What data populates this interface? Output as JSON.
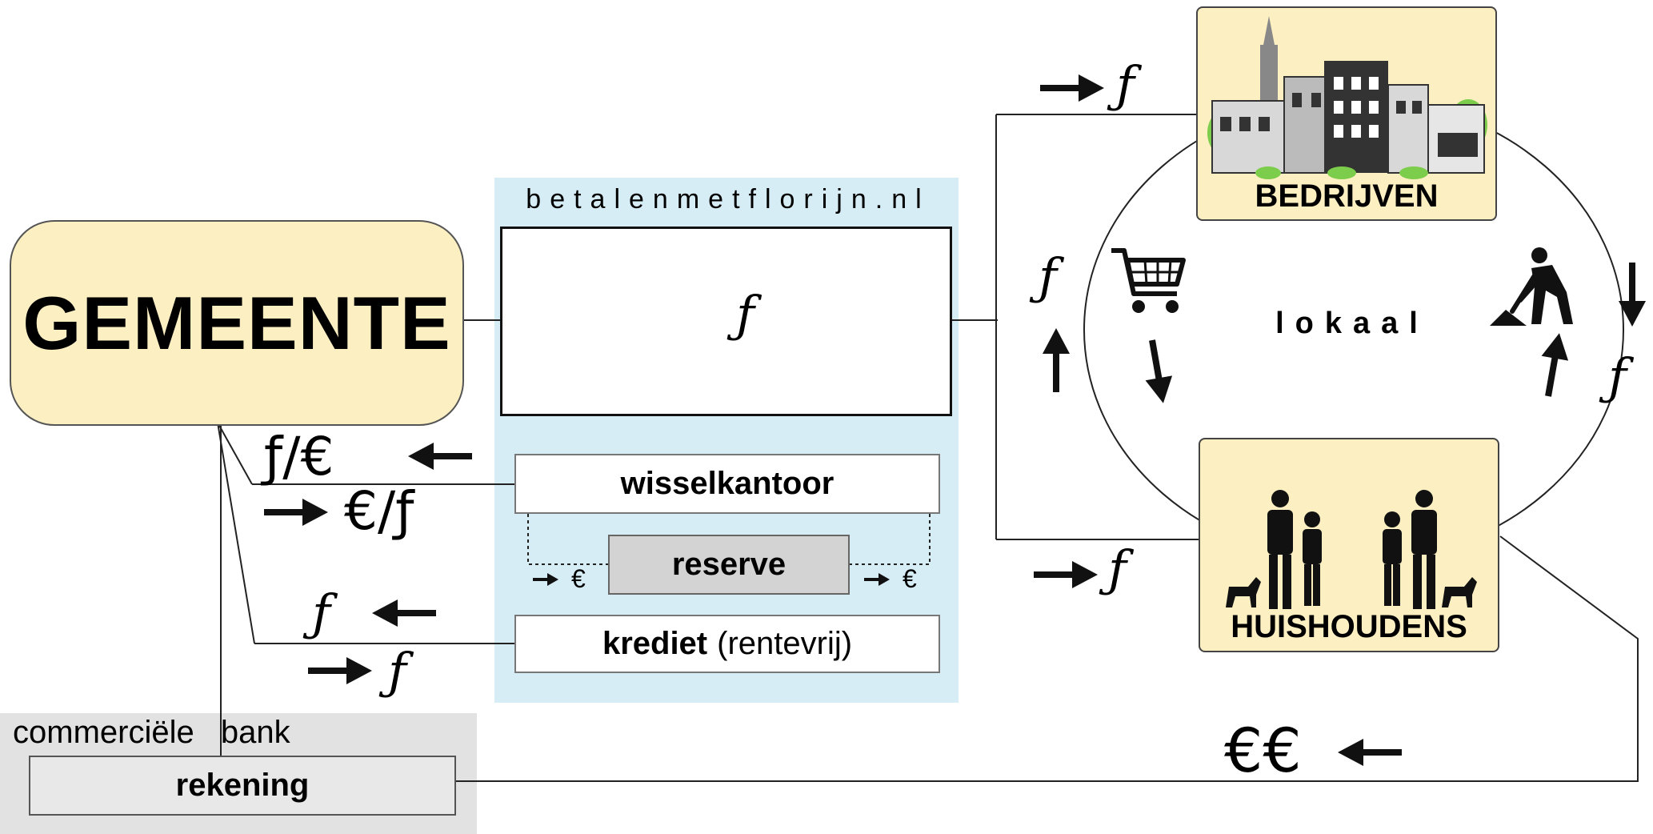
{
  "gemeente": {
    "label": "GEMEENTE"
  },
  "platform": {
    "site": "betalenmetflorijn.nl",
    "wallet_symbol": "ƒ",
    "wisselkantoor": "wisselkantoor",
    "reserve": "reserve",
    "krediet_bold": "krediet",
    "krediet_rest": "(rentevrij)",
    "reserve_euro_left": "€",
    "reserve_euro_right": "€"
  },
  "bank": {
    "caption_word1": "commerciële",
    "caption_word2": "bank",
    "rekening": "rekening"
  },
  "exchange": {
    "in_label": "ƒ/€",
    "out_label": "€/ƒ",
    "credit_in": "ƒ",
    "credit_out": "ƒ"
  },
  "local": {
    "label": "lokaal",
    "bedrijven": "BEDRIJVEN",
    "huishoudens": "HUISHOUDENS",
    "flow_to_bedrijven": "ƒ",
    "flow_to_huishoudens": "ƒ",
    "flow_left": "ƒ",
    "flow_right": "ƒ",
    "euro_out": "€€"
  },
  "colors": {
    "gemeente_fill": "#fcefc2",
    "platform_fill": "#d6edf6",
    "card_fill": "#fcefc2",
    "reserve_fill": "#d3d3d3",
    "bank_fill": "#e2e2e2"
  },
  "icons": [
    "arrow-right-icon",
    "arrow-left-icon",
    "arrow-up-icon",
    "arrow-down-icon",
    "shopping-cart-icon",
    "worker-shovel-icon",
    "town-buildings-icon",
    "family-icon"
  ]
}
